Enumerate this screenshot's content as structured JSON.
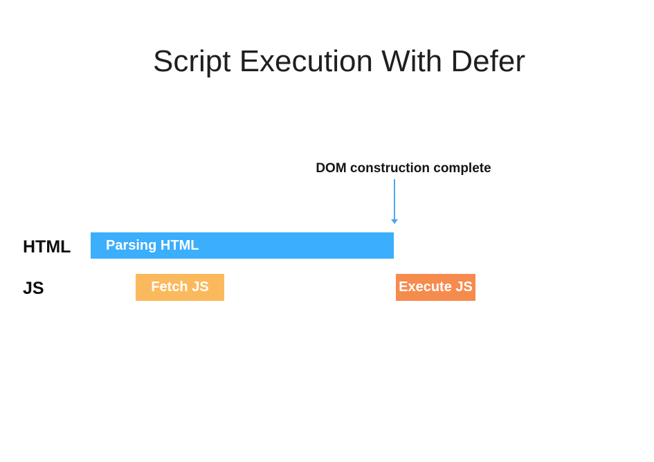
{
  "title": "Script Execution With Defer",
  "annotation": {
    "label": "DOM construction complete",
    "arrow_color": "#4fa6ef"
  },
  "rows": [
    {
      "label": "HTML",
      "bars": [
        {
          "name": "parsing-html",
          "label": "Parsing HTML",
          "color": "#3baefc",
          "text_color": "#ffffff"
        }
      ]
    },
    {
      "label": "JS",
      "bars": [
        {
          "name": "fetch-js",
          "label": "Fetch JS",
          "color": "#fbb95d",
          "text_color": "#ffffff"
        },
        {
          "name": "execute-js",
          "label": "Execute JS",
          "color": "#f68b4e",
          "text_color": "#ffffff"
        }
      ]
    }
  ],
  "colors": {
    "background": "#ffffff",
    "title_text": "#1f1f1f",
    "annotation_text": "#141414"
  }
}
